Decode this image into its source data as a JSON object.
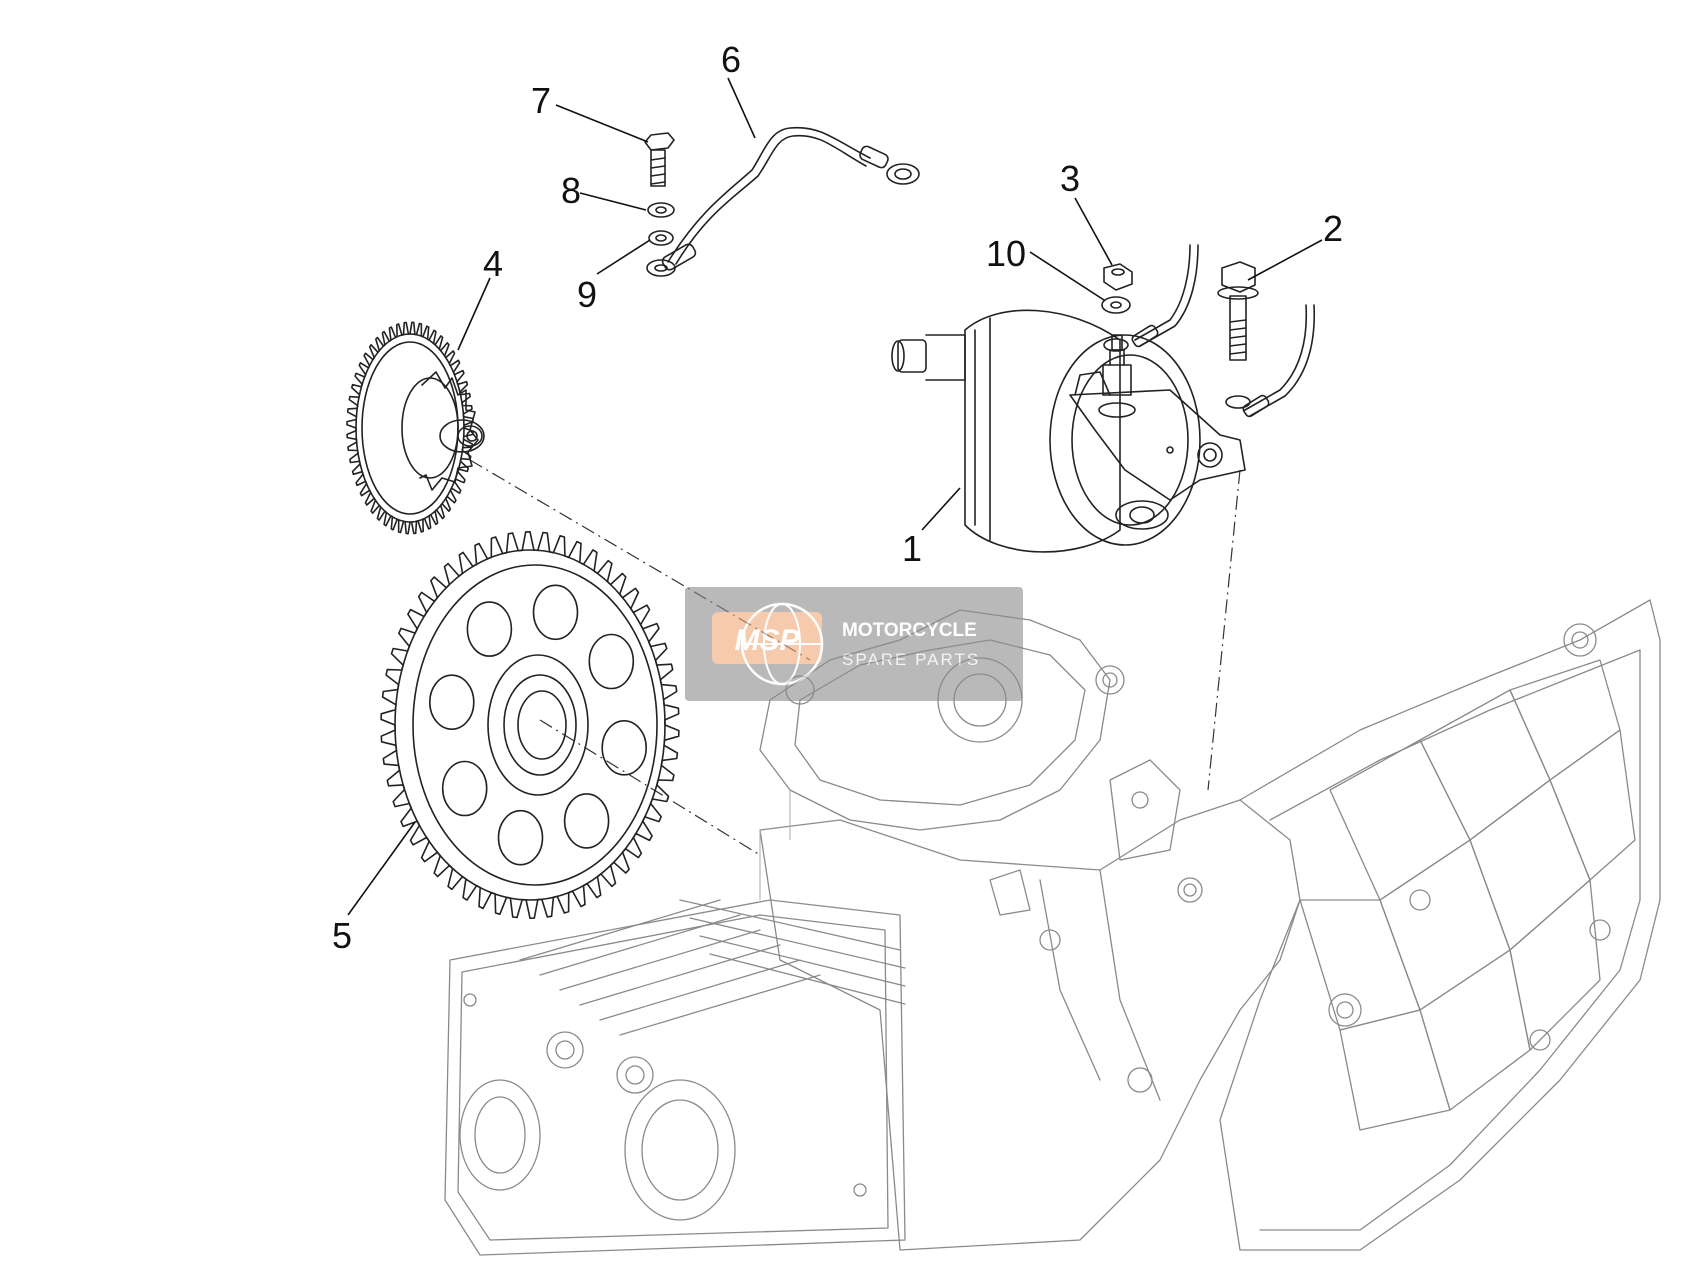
{
  "watermark": {
    "badge": "MSP",
    "line1": "MOTORCYCLE",
    "line2": "SPARE PARTS",
    "accent_color": "#f0a878",
    "panel_color": "#8c8c8c"
  },
  "callouts": [
    {
      "number": "1",
      "part": "starter-motor"
    },
    {
      "number": "2",
      "part": "motor-flange-bolt"
    },
    {
      "number": "3",
      "part": "terminal-nut"
    },
    {
      "number": "4",
      "part": "idler-gear"
    },
    {
      "number": "5",
      "part": "starter-ring-gear"
    },
    {
      "number": "6",
      "part": "ground-cable"
    },
    {
      "number": "7",
      "part": "cable-bolt"
    },
    {
      "number": "8",
      "part": "washer"
    },
    {
      "number": "9",
      "part": "lock-washer"
    },
    {
      "number": "10",
      "part": "terminal-washer"
    }
  ]
}
